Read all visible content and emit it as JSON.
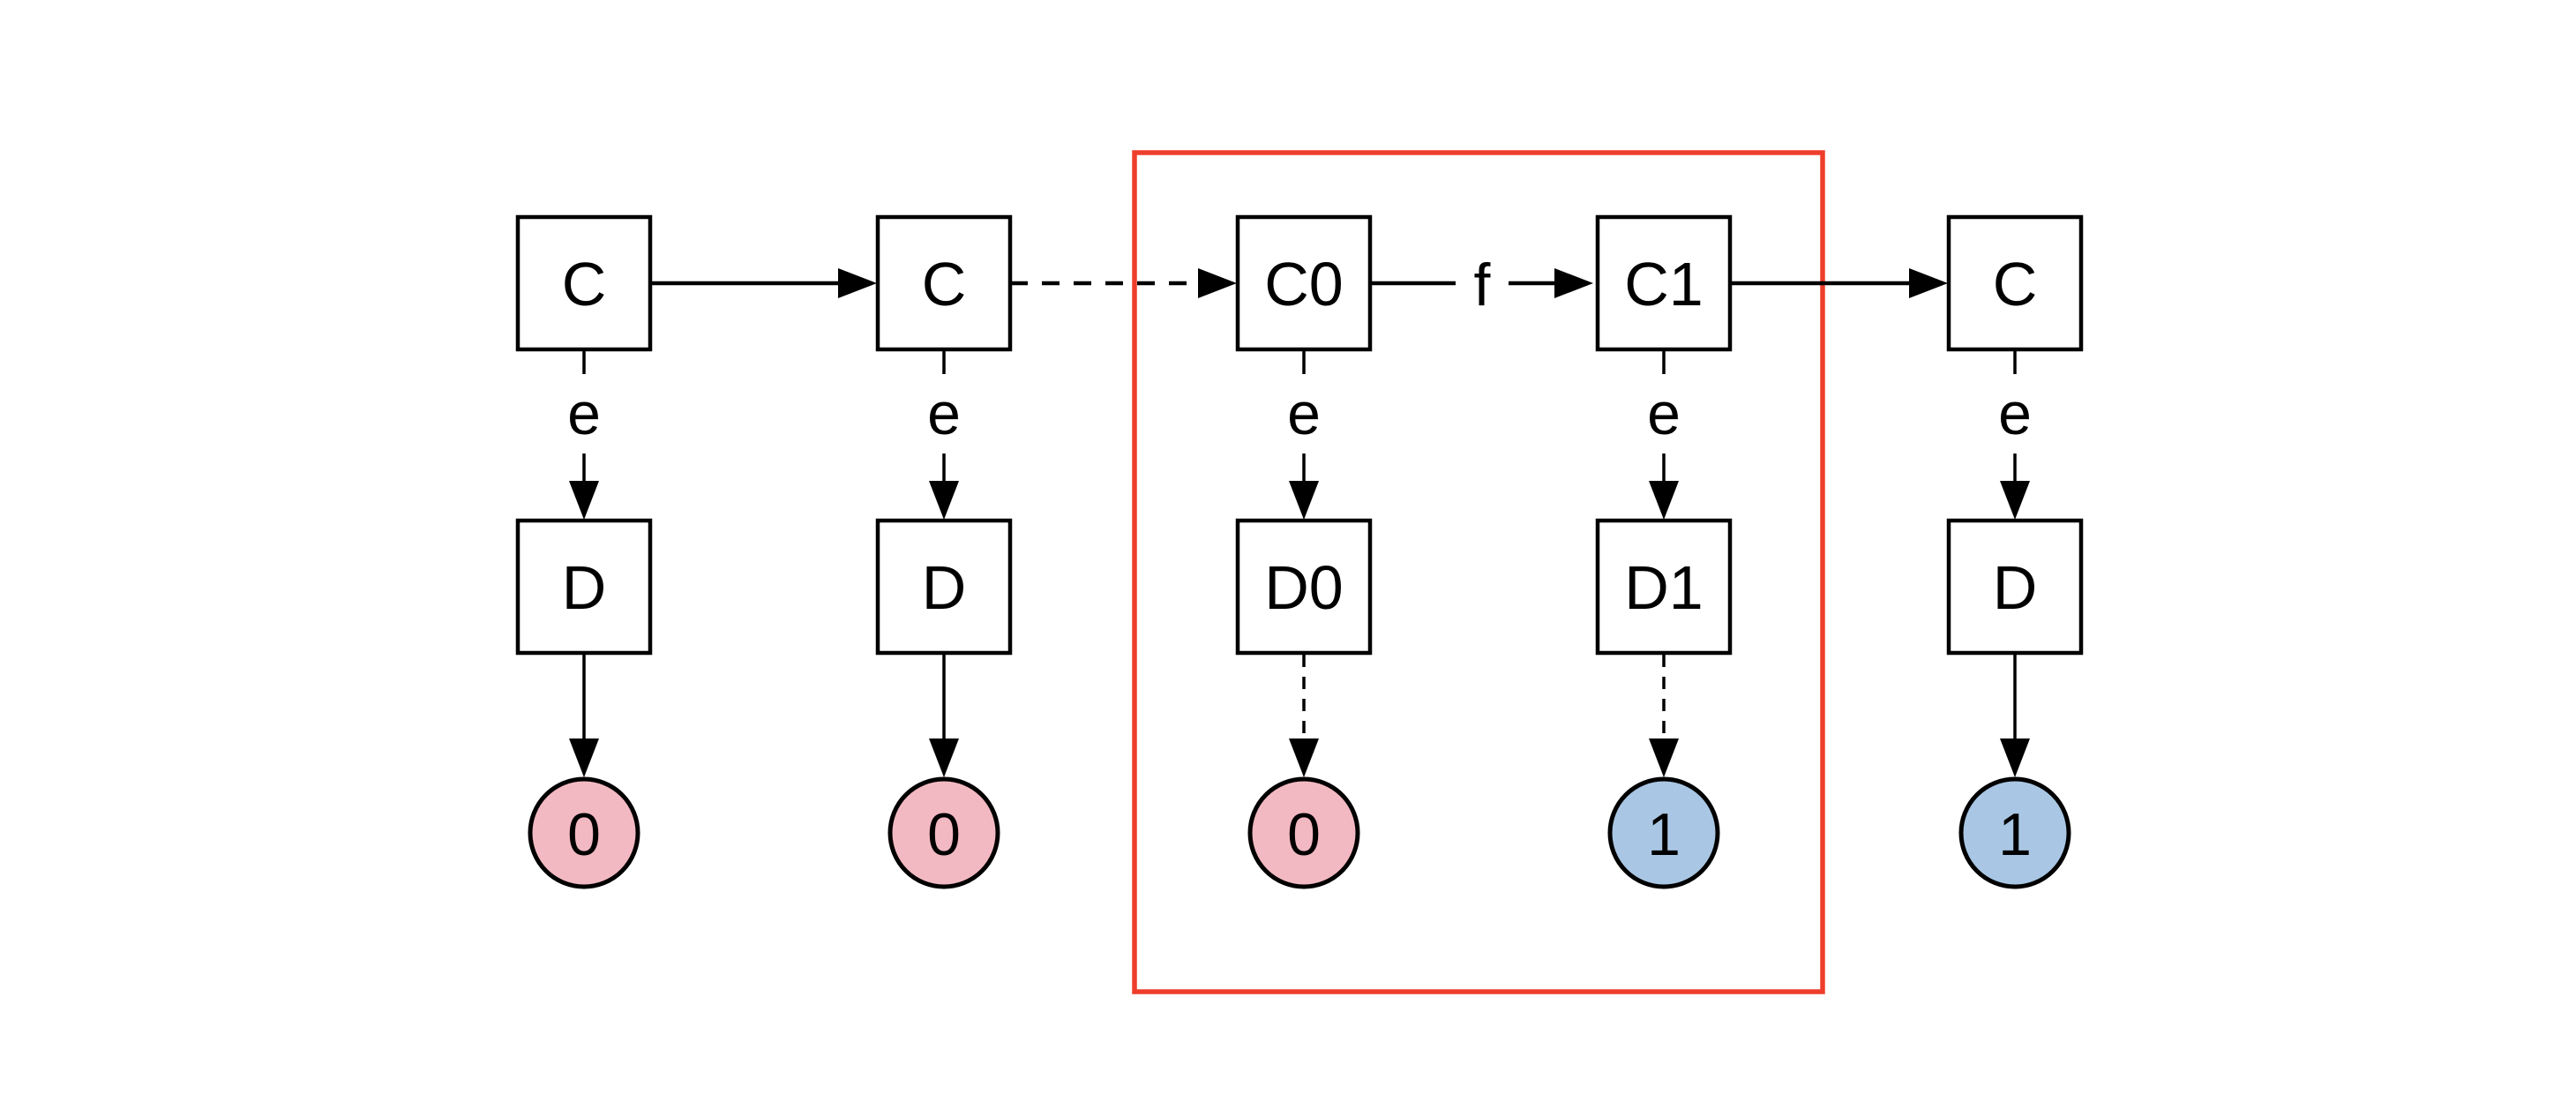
{
  "figure": {
    "description": "Causal diagram with C-row and D-row nodes, value circles, and a red highlight box around the C0/C1/D0/D1 sub-graph",
    "background": "#ffffff"
  },
  "colors": {
    "highlight": "#ee3e2b",
    "pink": "#f3b9c2",
    "blue": "#a9c7e4",
    "node_fill": "#ffffff",
    "line": "#000000"
  },
  "columns": [
    {
      "top_label": "C",
      "bottom_label": "D",
      "edge_label": "e",
      "value": "0",
      "value_fill": "#f3b9c2",
      "value_edge_style": "solid"
    },
    {
      "top_label": "C",
      "bottom_label": "D",
      "edge_label": "e",
      "value": "0",
      "value_fill": "#f3b9c2",
      "value_edge_style": "solid"
    },
    {
      "top_label": "C0",
      "bottom_label": "D0",
      "edge_label": "e",
      "value": "0",
      "value_fill": "#f3b9c2",
      "value_edge_style": "dashed"
    },
    {
      "top_label": "C1",
      "bottom_label": "D1",
      "edge_label": "e",
      "value": "1",
      "value_fill": "#a9c7e4",
      "value_edge_style": "dashed"
    },
    {
      "top_label": "C",
      "bottom_label": "D",
      "edge_label": "e",
      "value": "1",
      "value_fill": "#a9c7e4",
      "value_edge_style": "solid"
    }
  ],
  "top_row_edges": [
    {
      "from": "C",
      "to": "C",
      "style": "solid",
      "label": ""
    },
    {
      "from": "C",
      "to": "C0",
      "style": "dashed",
      "label": ""
    },
    {
      "from": "C0",
      "to": "C1",
      "style": "solid",
      "label": "f"
    },
    {
      "from": "C1",
      "to": "C",
      "style": "solid",
      "label": ""
    }
  ],
  "highlight_box": {
    "contains": "C0, C1, D0, D1 and their value circles"
  }
}
